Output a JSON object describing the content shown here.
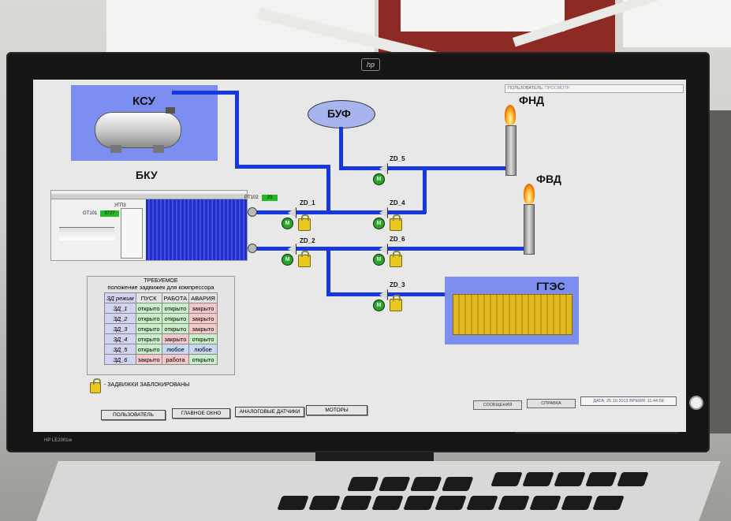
{
  "header": {
    "user_label": "ПОЛЬЗОВАТЕЛЬ",
    "user_value": "ПРОСМОТР"
  },
  "units": {
    "ksu": "КСУ",
    "bku": "БКУ",
    "buf": "БУФ",
    "fnd": "ФНД",
    "fvd": "ФВД",
    "gtes": "ГТЭС"
  },
  "instruments": {
    "ugp_label": "УГП3",
    "gt101_label": "GT101",
    "gt101_value": "3727",
    "pt102_label": "PT102",
    "pt102_value": "23"
  },
  "valves": {
    "zd1": "ZD_1",
    "zd2": "ZD_2",
    "zd3": "ZD_3",
    "zd4": "ZD_4",
    "zd5": "ZD_5",
    "zd6": "ZD_6",
    "motor_letter": "M"
  },
  "table": {
    "title1": "ТРЕБУЕМОЕ",
    "title2": "положение задвижек для компрессора",
    "headers": [
      "ЗД режим",
      "ПУСК",
      "РАБОТА",
      "АВАРИЯ"
    ],
    "rows": [
      [
        "ЗД_1",
        "открыто",
        "открыто",
        "закрыто"
      ],
      [
        "ЗД_2",
        "открыто",
        "открыто",
        "закрыто"
      ],
      [
        "ЗД_3",
        "открыто",
        "открыто",
        "закрыто"
      ],
      [
        "ЗД_4",
        "открыто",
        "закрыто",
        "открыто"
      ],
      [
        "ЗД_5",
        "открыто",
        "любое",
        "любое"
      ],
      [
        "ЗД_6",
        "закрыто",
        "работа",
        "открыто"
      ]
    ]
  },
  "legend": {
    "locked": "- ЗАДВИЖКИ ЗАБЛОКИРОВАНЫ"
  },
  "nav": {
    "user": "ПОЛЬЗОВАТЕЛЬ",
    "main": "ГЛАВНОЕ ОКНО",
    "analog": "АНАЛОГОВЫЕ ДАТЧИКИ",
    "motors": "МОТОРЫ"
  },
  "status": {
    "messages": "СООБЩЕНИЯ",
    "help": "СПРАВКА",
    "datetime": "ДАТА: 25.10.2013  ВРЕМЯ: 11:44:58"
  },
  "monitor": {
    "brand": "hp",
    "model": "HP LE2001w"
  },
  "colors": {
    "pipe": "#1636e0",
    "valve_motor": "#22aa22",
    "lock": "#e8c820",
    "equipment": "#e0b820"
  }
}
